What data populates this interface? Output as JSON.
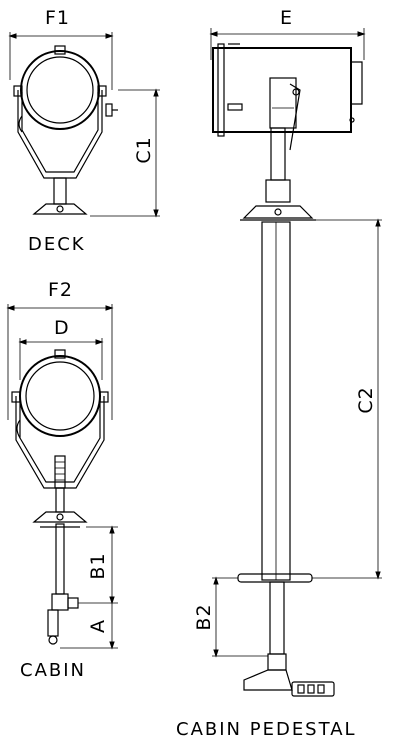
{
  "labels": {
    "f1": "F1",
    "e": "E",
    "c1": "C1",
    "deck": "DECK",
    "f2": "F2",
    "d": "D",
    "c2": "C2",
    "b1": "B1",
    "a": "A",
    "b2": "B2",
    "cabin": "CABIN",
    "cabin_pedestal": "CABIN PEDESTAL"
  }
}
